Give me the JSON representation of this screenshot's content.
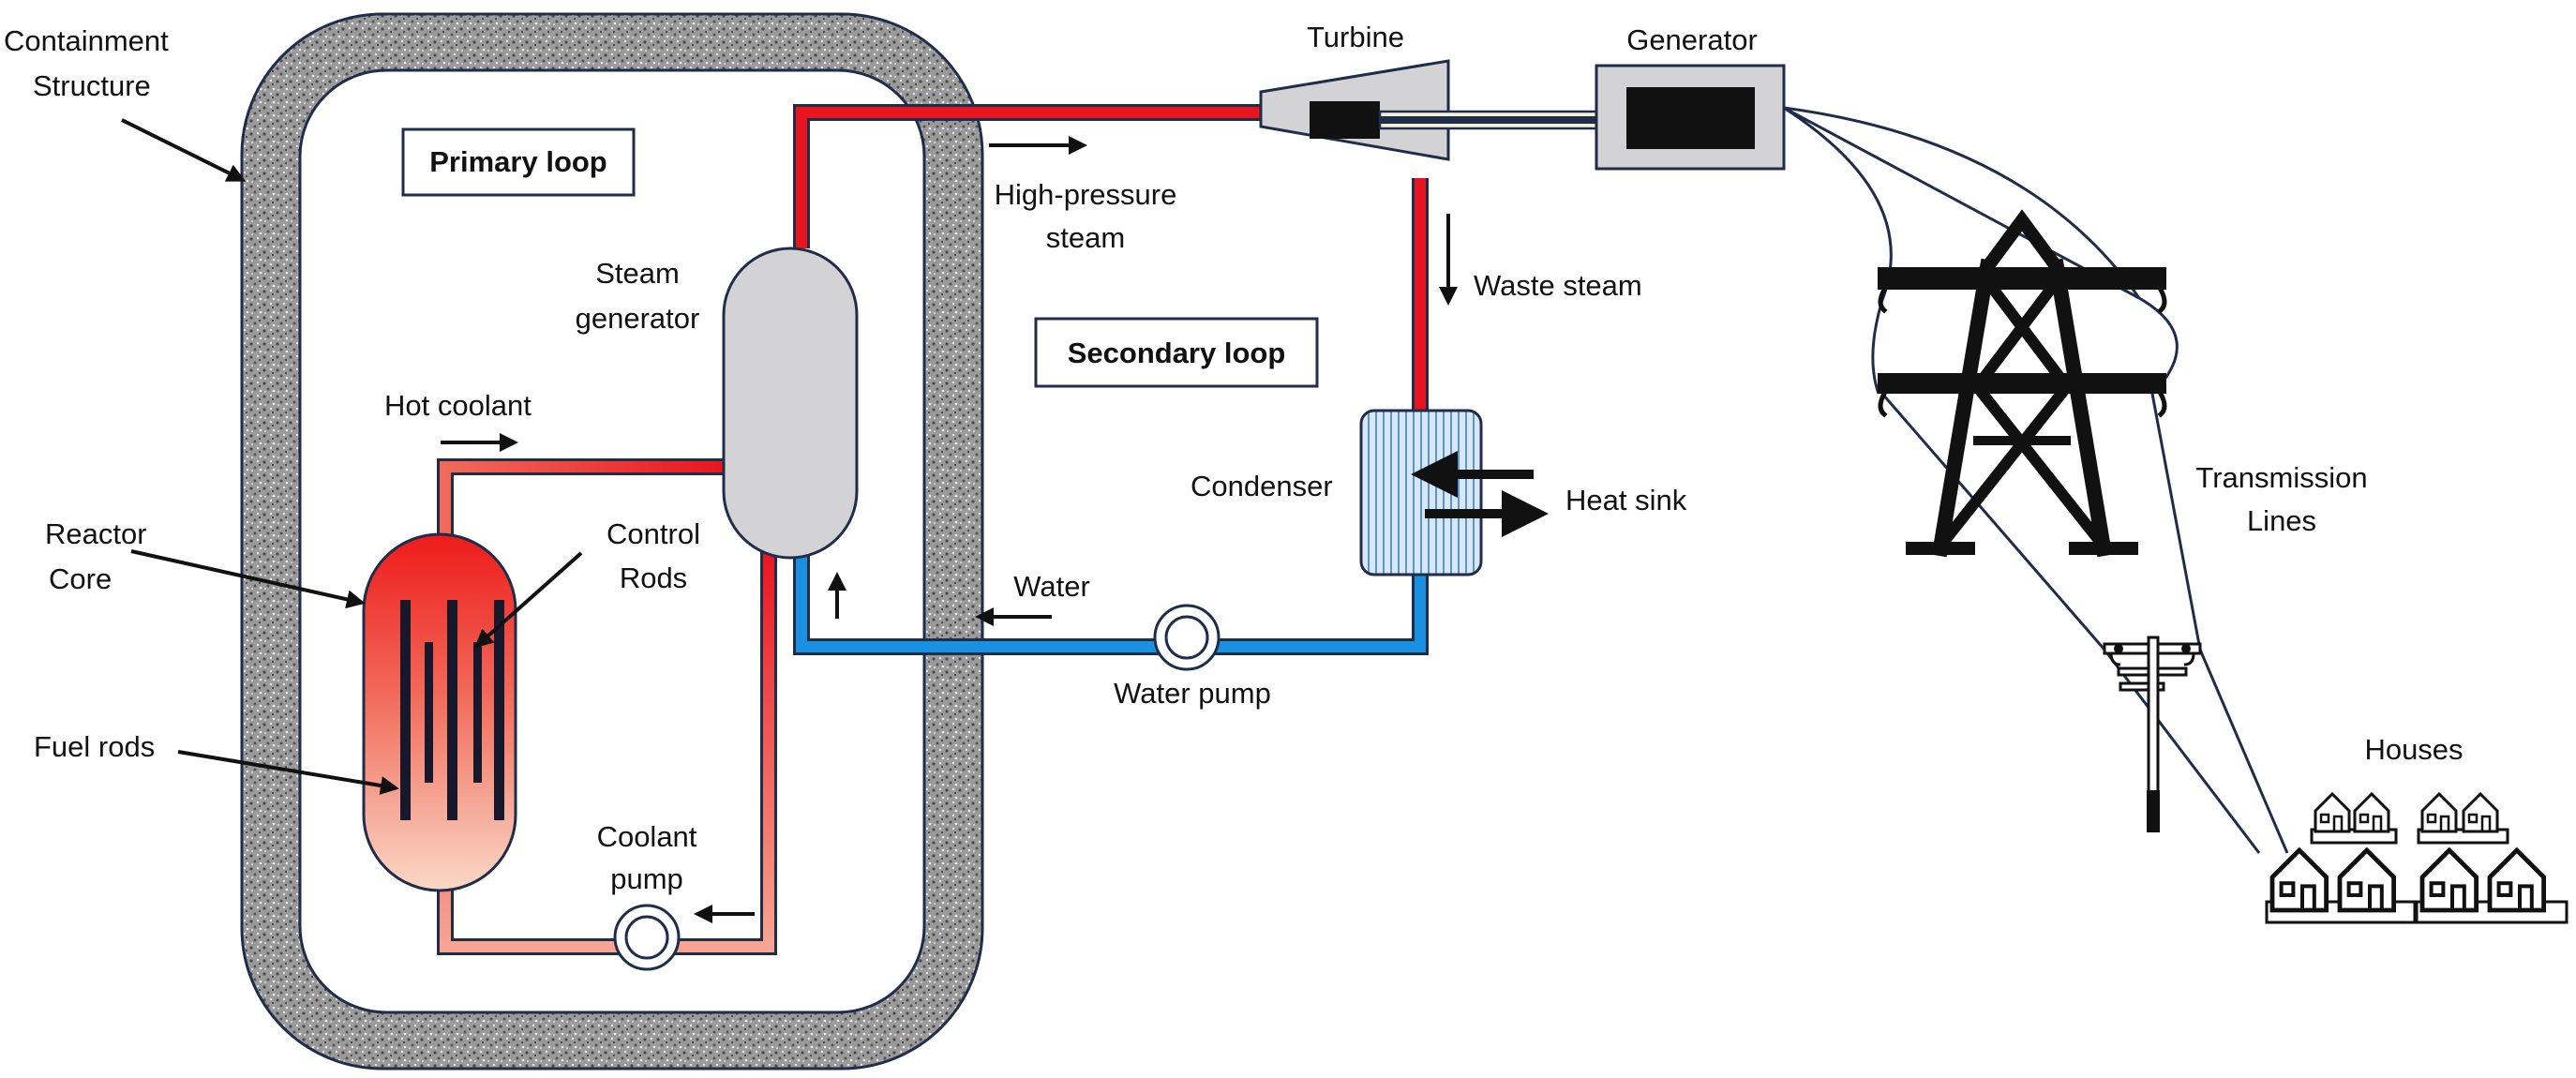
{
  "labels": {
    "containment_structure": [
      "Containment",
      "Structure"
    ],
    "primary_loop": "Primary loop",
    "secondary_loop": "Secondary loop",
    "steam_generator": [
      "Steam",
      "generator"
    ],
    "hot_coolant": "Hot coolant",
    "reactor_core": [
      "Reactor",
      "Core"
    ],
    "control_rods": [
      "Control",
      "Rods"
    ],
    "fuel_rods": "Fuel rods",
    "coolant_pump": [
      "Coolant",
      "pump"
    ],
    "turbine": "Turbine",
    "generator": "Generator",
    "high_pressure_steam": [
      "High-pressure",
      "steam"
    ],
    "waste_steam": "Waste steam",
    "condenser": "Condenser",
    "heat_sink": "Heat sink",
    "water": "Water",
    "water_pump": "Water pump",
    "transmission_lines": [
      "Transmission",
      "Lines"
    ],
    "houses": "Houses"
  },
  "colors": {
    "hot_pipe": "#e8141e",
    "cold_pipe": "#1a90e0",
    "containment": "#8c8c8c",
    "vessel_gray": "#d3d3d5",
    "condenser_blue": "#cfe3f5",
    "outline_navy": "#1f2d4a"
  }
}
